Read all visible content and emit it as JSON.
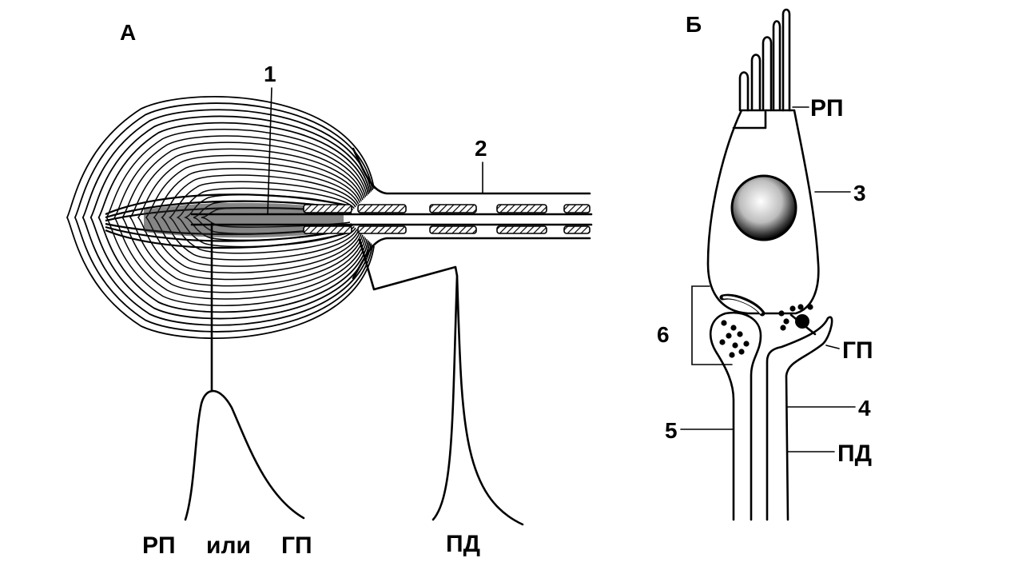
{
  "panels": {
    "a": {
      "letter": "А"
    },
    "b": {
      "letter": "Б"
    }
  },
  "panel_a": {
    "marker_1": "1",
    "marker_2": "2",
    "potential_left": "РП",
    "potential_or": "или",
    "potential_right": "ГП",
    "action_potential": "ПД"
  },
  "panel_b": {
    "receptor_potential": "РП",
    "marker_3": "3",
    "generator_potential": "ГП",
    "marker_4": "4",
    "action_potential": "ПД",
    "marker_5": "5",
    "marker_6": "6"
  },
  "colors": {
    "ink": "#000000",
    "paper": "#ffffff"
  }
}
